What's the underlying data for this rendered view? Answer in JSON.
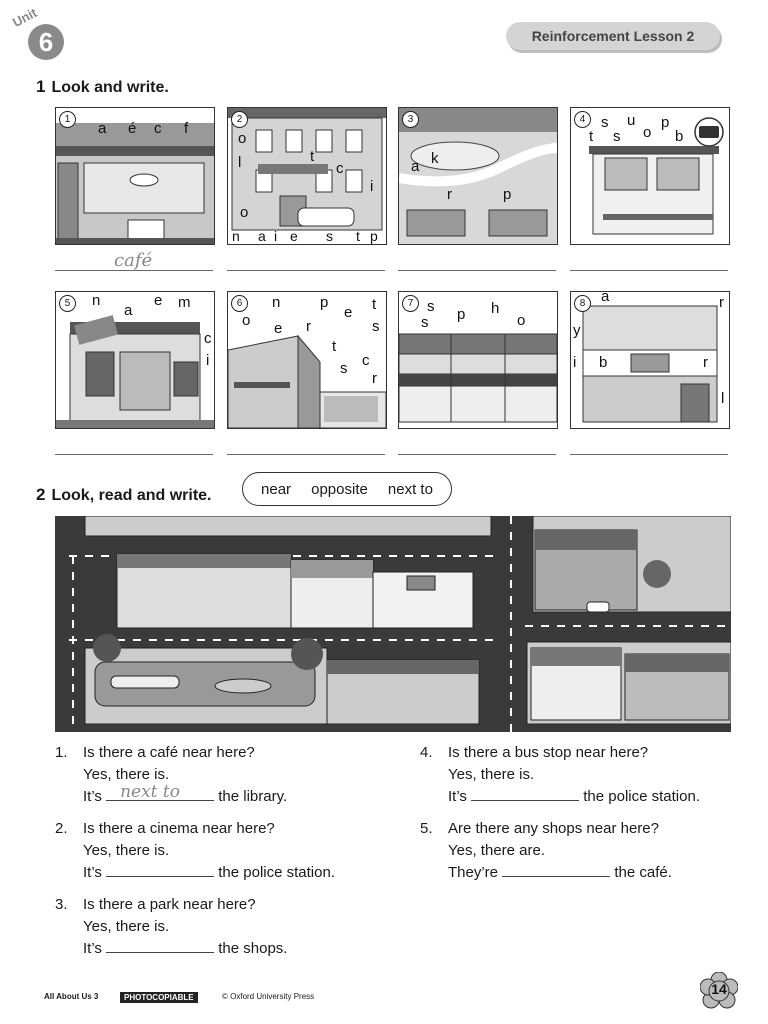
{
  "header": {
    "unit_word": "Unit",
    "unit_number": "6",
    "lesson": "Reinforcement Lesson 2"
  },
  "exercise1": {
    "number": "1",
    "title": "Look and write.",
    "items": [
      {
        "num": "1",
        "letters": [
          "a",
          "é",
          "c",
          "f"
        ],
        "answer": "café"
      },
      {
        "num": "2",
        "letters": [
          "o",
          "l",
          "t",
          "c",
          "i",
          "o",
          "n",
          "a",
          "i",
          "e",
          "s",
          "t",
          "p"
        ],
        "answer": ""
      },
      {
        "num": "3",
        "letters": [
          "a",
          "k",
          "r",
          "p"
        ],
        "answer": ""
      },
      {
        "num": "4",
        "letters": [
          "s",
          "u",
          "p",
          "t",
          "s",
          "o",
          "b"
        ],
        "answer": ""
      },
      {
        "num": "5",
        "letters": [
          "n",
          "a",
          "e",
          "m",
          "c",
          "i"
        ],
        "answer": ""
      },
      {
        "num": "6",
        "letters": [
          "n",
          "p",
          "t",
          "o",
          "e",
          "r",
          "e",
          "s",
          "t",
          "c",
          "s",
          "r"
        ],
        "answer": ""
      },
      {
        "num": "7",
        "letters": [
          "s",
          "s",
          "p",
          "h",
          "o"
        ],
        "answer": ""
      },
      {
        "num": "8",
        "letters": [
          "a",
          "r",
          "y",
          "i",
          "b",
          "r",
          "l"
        ],
        "answer": ""
      }
    ]
  },
  "exercise2": {
    "number": "2",
    "title": "Look, read and write.",
    "word_bank": [
      "near",
      "opposite",
      "next to"
    ],
    "questions": [
      {
        "num": "1.",
        "q": "Is there a café near here?",
        "a": "Yes, there is.",
        "pre": "It’s",
        "fill": "next to",
        "post": "the library."
      },
      {
        "num": "2.",
        "q": "Is there a cinema near here?",
        "a": "Yes, there is.",
        "pre": "It’s",
        "fill": "",
        "post": "the police station."
      },
      {
        "num": "3.",
        "q": "Is there a park near here?",
        "a": "Yes, there is.",
        "pre": "It’s",
        "fill": "",
        "post": "the shops."
      },
      {
        "num": "4.",
        "q": "Is there a bus stop near here?",
        "a": "Yes, there is.",
        "pre": "It’s",
        "fill": "",
        "post": "the police station."
      },
      {
        "num": "5.",
        "q": "Are there any shops near here?",
        "a": "Yes, there are.",
        "pre": "They’re",
        "fill": "",
        "post": "the café."
      }
    ]
  },
  "footer": {
    "book": "All About Us 3",
    "photocopiable": "PHOTOCOPIABLE",
    "publisher": "© Oxford University Press",
    "page": "14"
  }
}
